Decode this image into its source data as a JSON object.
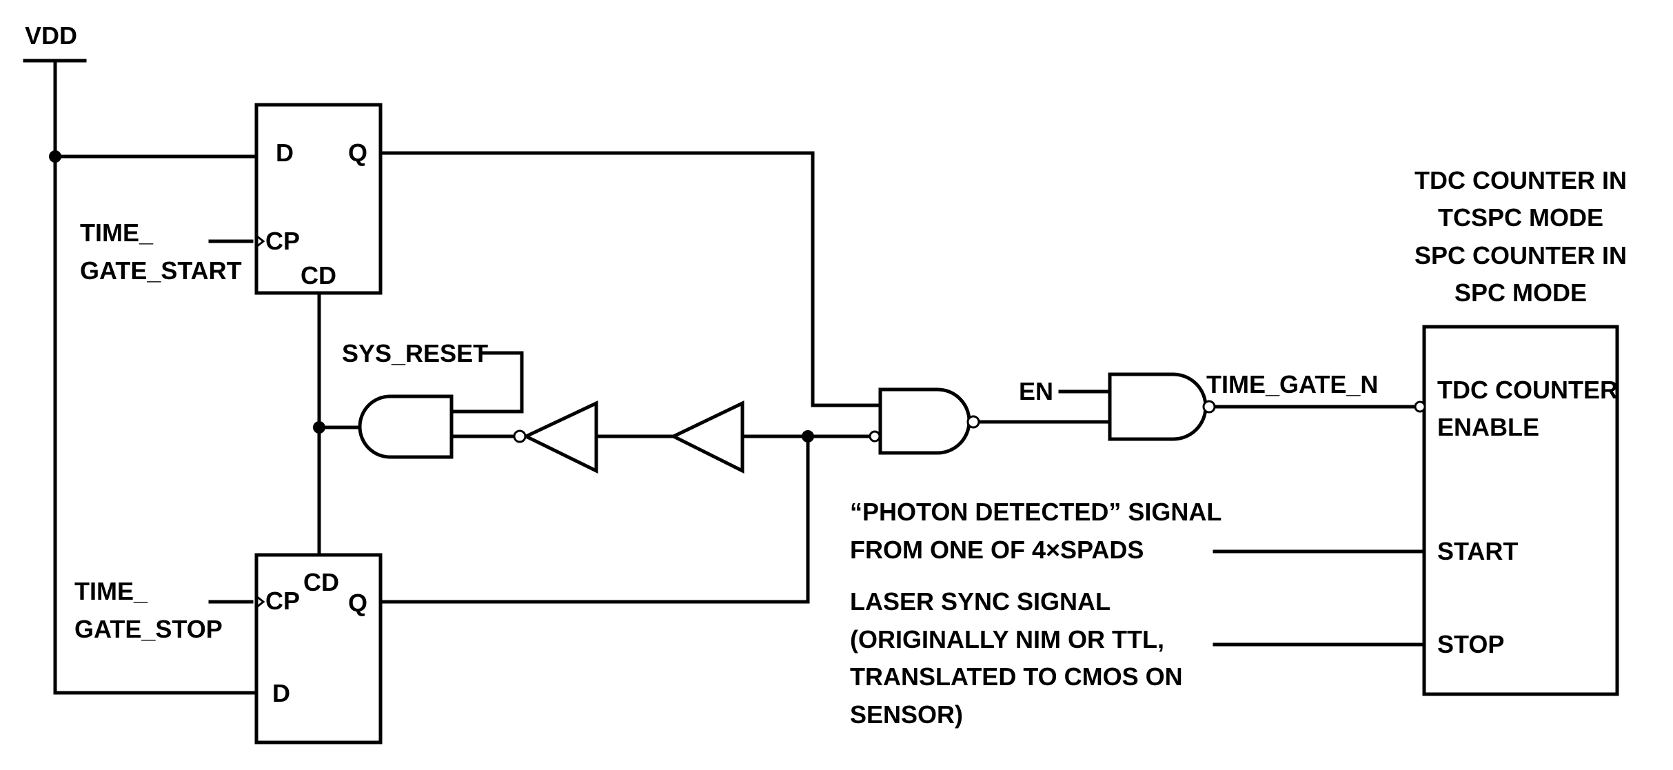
{
  "supply": {
    "vdd": "VDD"
  },
  "flip_flop_start": {
    "d": "D",
    "q": "Q",
    "cp": "CP",
    "cd": "CD",
    "clock_line1": "TIME_",
    "clock_line2": "GATE_START"
  },
  "flip_flop_stop": {
    "d": "D",
    "q": "Q",
    "cp": "CP",
    "cd": "CD",
    "clock_line1": "TIME_",
    "clock_line2": "GATE_STOP"
  },
  "reset": {
    "sys_reset": "SYS_RESET"
  },
  "enable": {
    "en": "EN",
    "time_gate_n": "TIME_GATE_N"
  },
  "counter_block": {
    "title_lines": [
      "TDC COUNTER IN",
      "TCSPC MODE",
      "SPC COUNTER IN",
      "SPC MODE"
    ],
    "enable_lines": [
      "TDC COUNTER",
      "ENABLE"
    ],
    "start": "START",
    "stop": "STOP"
  },
  "photon_signal": {
    "lines": [
      "“PHOTON DETECTED” SIGNAL",
      "FROM ONE OF 4×SPADS"
    ]
  },
  "laser_sync": {
    "lines": [
      "LASER SYNC SIGNAL",
      "(ORIGINALLY NIM OR TTL,",
      "TRANSLATED TO CMOS ON",
      "SENSOR)"
    ]
  }
}
